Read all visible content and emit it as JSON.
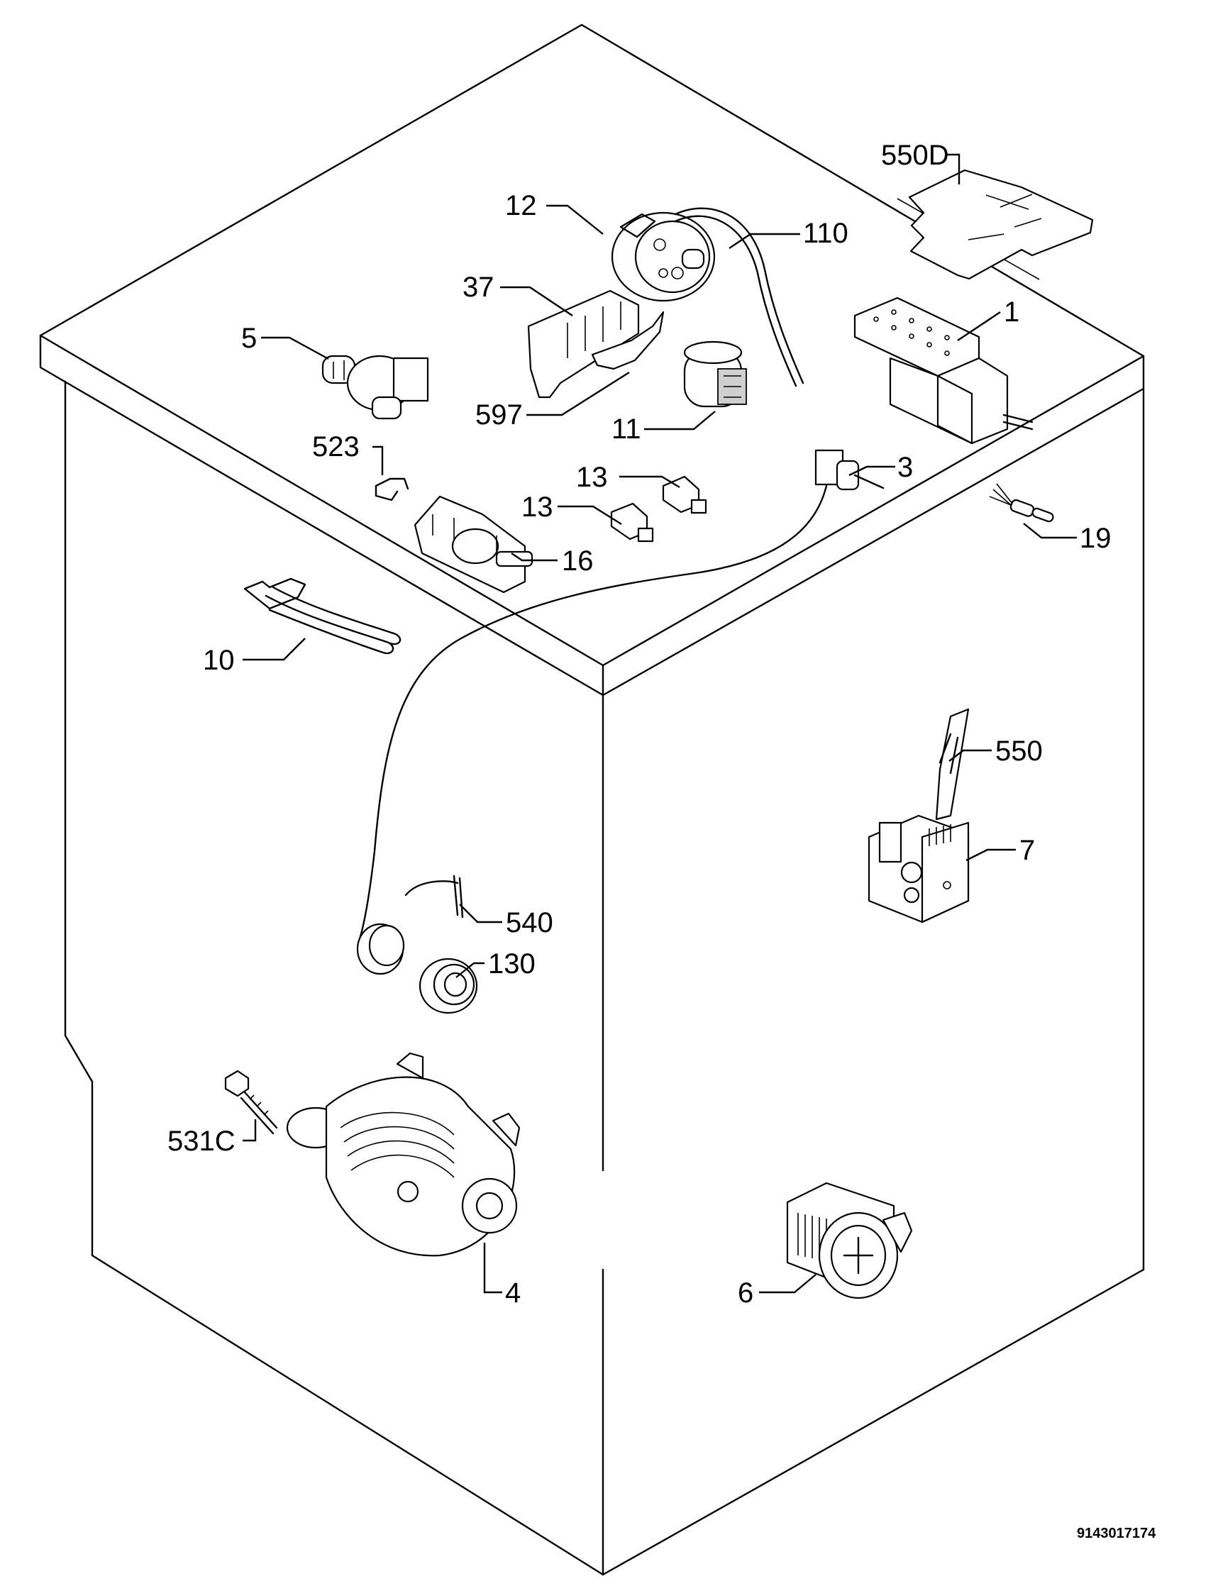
{
  "labels": {
    "p550d": "550D",
    "p12": "12",
    "p110": "110",
    "p37": "37",
    "p1": "1",
    "p5": "5",
    "p597": "597",
    "p11": "11",
    "p523": "523",
    "p3": "3",
    "p13a": "13",
    "p13b": "13",
    "p19": "19",
    "p16": "16",
    "p10": "10",
    "p550": "550",
    "p7": "7",
    "p540": "540",
    "p130": "130",
    "p531c": "531C",
    "p4": "4",
    "p6": "6"
  },
  "drawing_code": "9143017174"
}
